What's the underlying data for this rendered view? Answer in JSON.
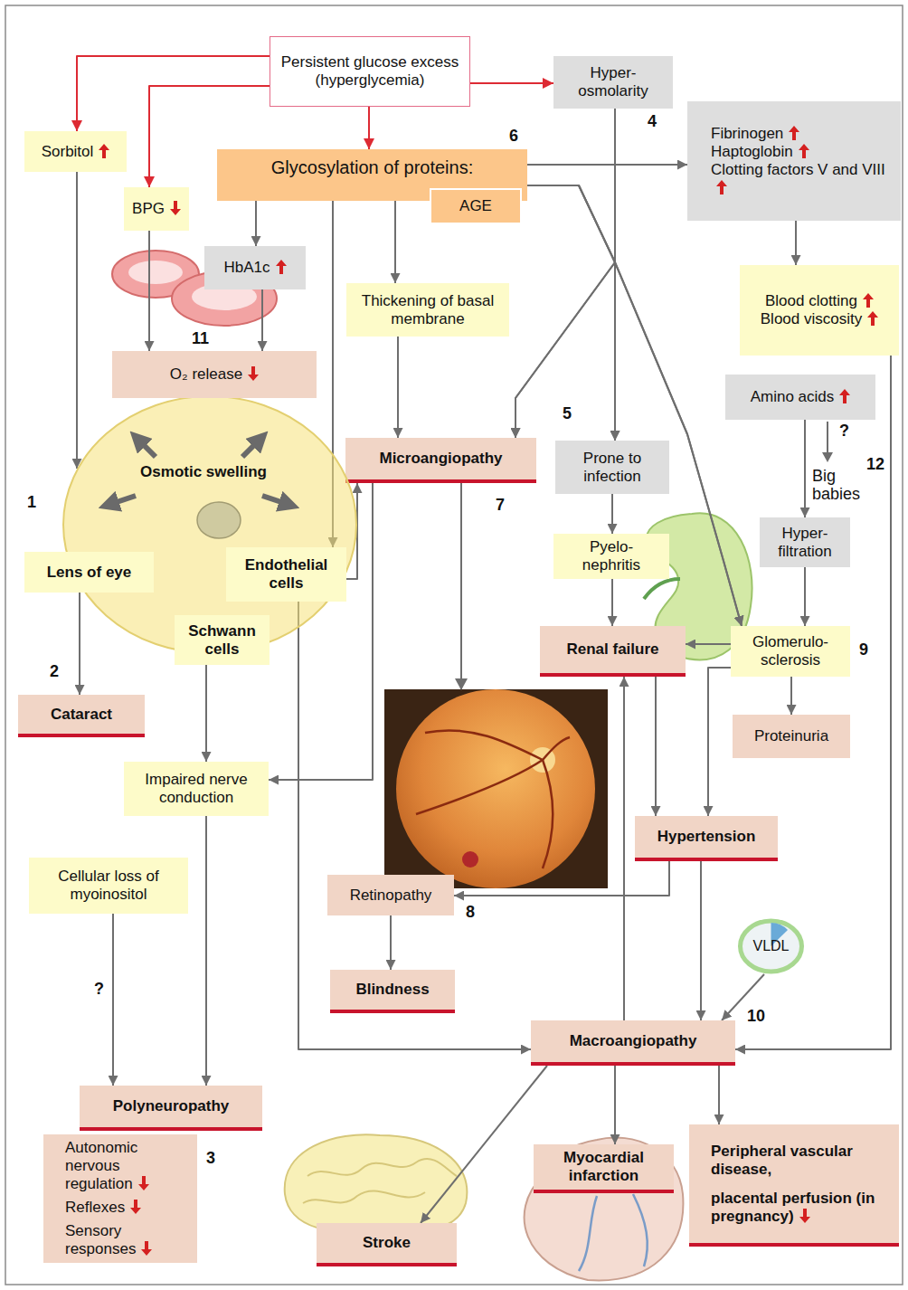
{
  "diagram": {
    "nodes": [
      {
        "text": [
          "Persistent glucose excess (hyperglycemia)"
        ]
      },
      {
        "text": [
          "Sorbitol"
        ]
      },
      {
        "text": [
          "Hyper- osmolarity"
        ]
      },
      {
        "text": [
          "Glycosylation of proteins:"
        ]
      },
      {
        "text": [
          "AGE"
        ]
      },
      {
        "text": [
          "BPG"
        ]
      },
      {
        "text": [
          "Fibrinogen",
          "Haptoglobin",
          "Clotting factors V and VIII"
        ]
      },
      {
        "text": [
          "HbA1c"
        ]
      },
      {
        "text": [
          "Thickening of basal membrane"
        ]
      },
      {
        "text": [
          "O₂ release"
        ]
      },
      {
        "text": [
          "Blood clotting",
          "Blood viscosity"
        ]
      },
      {
        "text": [
          "Amino acids"
        ]
      },
      {
        "text": [
          "Microangiopathy"
        ]
      },
      {
        "text": [
          "Prone to infection"
        ]
      },
      {
        "text": [
          "Osmotic swelling"
        ]
      },
      {
        "text": [
          "Lens of eye"
        ],
        "in": 14
      },
      {
        "text": [
          "Endothelial cells"
        ],
        "in": 14
      },
      {
        "text": [
          "Schwann cells"
        ],
        "in": 14
      },
      {
        "text": [
          "Pyelo- nephritis"
        ]
      },
      {
        "text": [
          "Hyper- filtration"
        ]
      },
      {
        "text": [
          "Renal failure"
        ]
      },
      {
        "text": [
          "Glomerulo- sclerosis"
        ]
      },
      {
        "text": [
          "Cataract"
        ]
      },
      {
        "text": [
          "Proteinuria"
        ]
      },
      {
        "text": [
          "Impaired nerve conduction"
        ]
      },
      {
        "text": [
          "Hypertension"
        ]
      },
      {
        "text": [
          "Cellular loss of myoinositol"
        ]
      },
      {
        "text": [
          "Retinopathy"
        ]
      },
      {
        "text": [
          "VLDL"
        ]
      },
      {
        "text": [
          "Blindness"
        ]
      },
      {
        "text": [
          "Macroangiopathy"
        ]
      },
      {
        "text": [
          "Polyneuropathy"
        ]
      },
      {
        "text": [
          "Autonomic nervous regulation",
          "Reflexes",
          "Sensory responses"
        ]
      },
      {
        "text": [
          "Peripheral vascular disease,",
          "placental perfusion (in pregnancy)"
        ]
      },
      {
        "text": [
          "Myocardial infarction"
        ]
      },
      {
        "text": [
          "Stroke"
        ]
      }
    ],
    "edges": [
      {
        "from": 0,
        "to": 1,
        "arrow": "to"
      },
      {
        "from": 0,
        "to": 5,
        "arrow": "to"
      },
      {
        "from": 0,
        "to": 3,
        "arrow": "to"
      },
      {
        "from": 0,
        "to": 2,
        "arrow": "to"
      },
      {
        "from": 3,
        "to": 6,
        "arrow": "to"
      },
      {
        "from": 6,
        "to": 10,
        "arrow": "to"
      },
      {
        "from": 10,
        "to": 30,
        "arrow": "to"
      },
      {
        "from": 3,
        "to": 7,
        "arrow": "to"
      },
      {
        "from": 7,
        "to": 9,
        "arrow": "to"
      },
      {
        "from": 5,
        "to": 9,
        "arrow": "to"
      },
      {
        "from": 3,
        "to": 8,
        "arrow": "to"
      },
      {
        "from": 8,
        "to": 12,
        "arrow": "to"
      },
      {
        "from": 3,
        "to": 16,
        "arrow": "to"
      },
      {
        "from": 1,
        "to": 14,
        "arrow": "to"
      },
      {
        "from": 2,
        "to": 12,
        "arrow": "to"
      },
      {
        "from": 2,
        "to": 13,
        "arrow": "to"
      },
      {
        "from": 2,
        "to": 21,
        "arrow": "to"
      },
      {
        "from": 3,
        "to": 12,
        "arrow": "to"
      },
      {
        "from": 3,
        "to": 13,
        "arrow": "to"
      },
      {
        "from": 3,
        "to": 21,
        "arrow": "to"
      },
      {
        "from": 16,
        "to": 12,
        "arrow": "to"
      },
      {
        "from": 12,
        "to": 24,
        "arrow": "to"
      },
      {
        "from": 12,
        "to": 27,
        "arrow": "to"
      },
      {
        "from": 27,
        "to": 29,
        "arrow": "to"
      },
      {
        "from": 25,
        "to": 27,
        "arrow": "to"
      },
      {
        "from": 13,
        "to": 18,
        "arrow": "to"
      },
      {
        "from": 18,
        "to": 20,
        "arrow": "to"
      },
      {
        "from": 11,
        "to": 19,
        "arrow": "to"
      },
      {
        "from": 19,
        "to": 21,
        "arrow": "to"
      },
      {
        "from": 21,
        "to": 20,
        "arrow": "to"
      },
      {
        "from": 21,
        "to": 23,
        "arrow": "to"
      },
      {
        "from": 21,
        "to": 25,
        "arrow": "to"
      },
      {
        "from": 20,
        "to": 25,
        "arrow": "to"
      },
      {
        "from": 25,
        "to": 30,
        "arrow": "to"
      },
      {
        "from": 30,
        "to": 20,
        "arrow": "to"
      },
      {
        "from": 28,
        "to": 30,
        "arrow": "to"
      },
      {
        "from": 16,
        "to": 30,
        "arrow": "to"
      },
      {
        "from": 15,
        "to": 22,
        "arrow": "to"
      },
      {
        "from": 17,
        "to": 24,
        "arrow": "to"
      },
      {
        "from": 24,
        "to": 31,
        "arrow": "to"
      },
      {
        "from": 26,
        "to": 31,
        "arrow": "to"
      },
      {
        "from": 30,
        "to": 35,
        "arrow": "to"
      },
      {
        "from": 30,
        "to": 34,
        "arrow": "to"
      },
      {
        "from": 30,
        "to": 33,
        "arrow": "to"
      }
    ],
    "labels": [
      "4",
      "6",
      "11",
      "5",
      "?",
      "12",
      "Big babies",
      "1",
      "7",
      "9",
      "2",
      "8",
      "?",
      "10",
      "3"
    ]
  }
}
